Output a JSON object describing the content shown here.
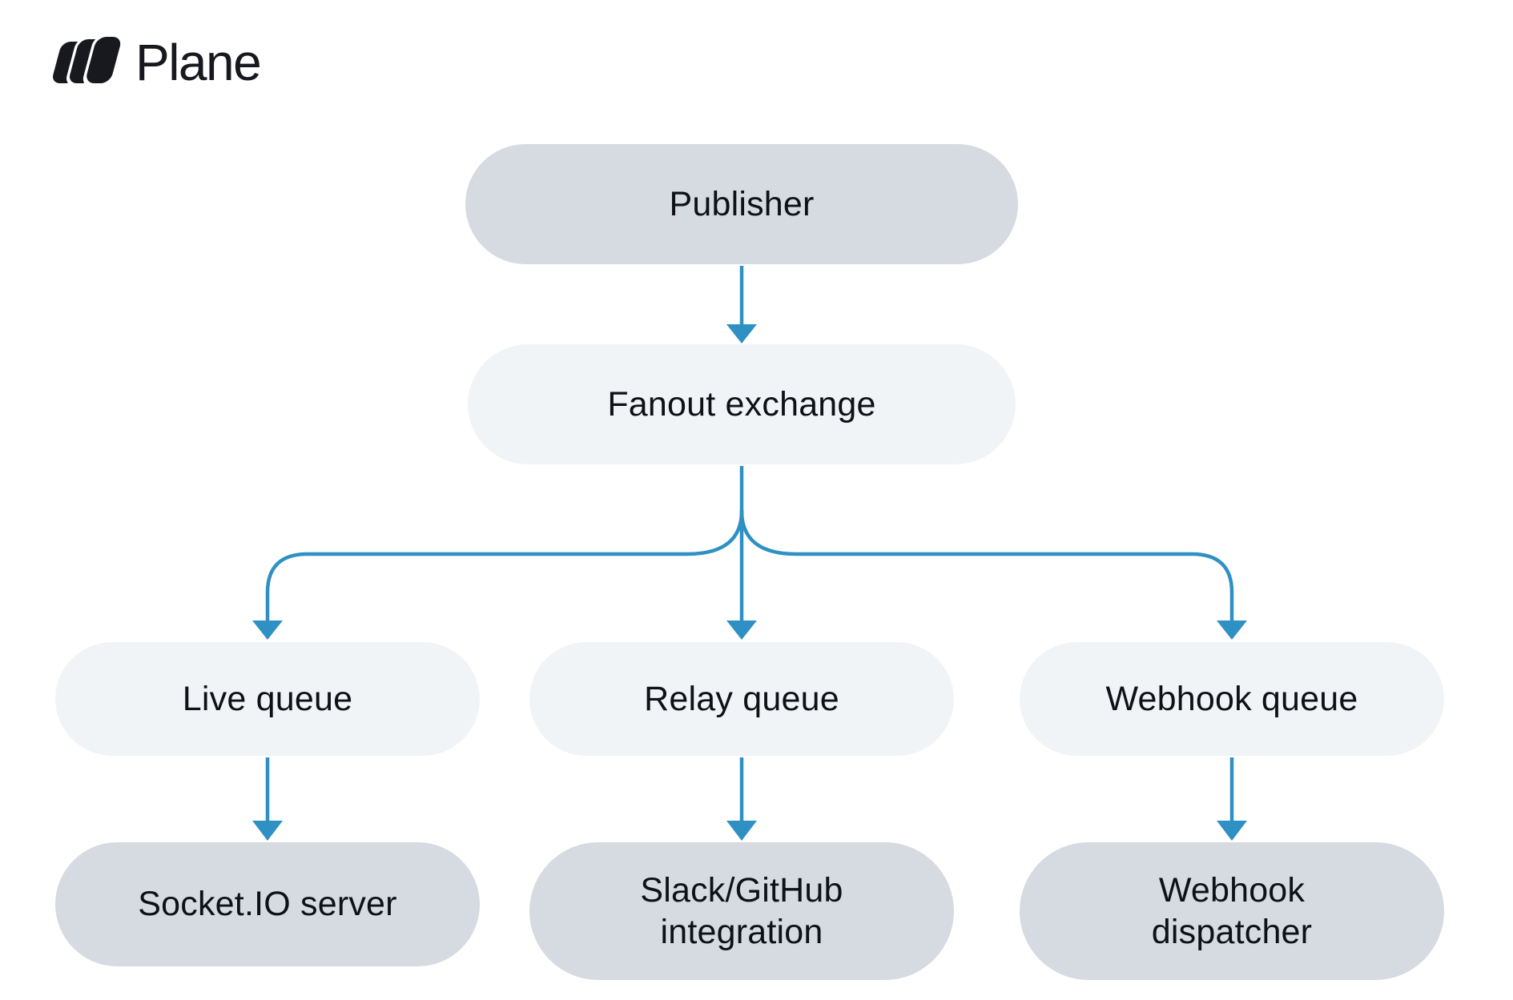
{
  "brand": {
    "logo_text": "Plane"
  },
  "diagram": {
    "nodes": [
      {
        "id": "publisher",
        "label": "Publisher",
        "variant": "dark"
      },
      {
        "id": "fanout-exchange",
        "label": "Fanout exchange",
        "variant": "light"
      },
      {
        "id": "live-queue",
        "label": "Live queue",
        "variant": "light"
      },
      {
        "id": "relay-queue",
        "label": "Relay queue",
        "variant": "light"
      },
      {
        "id": "webhook-queue",
        "label": "Webhook queue",
        "variant": "light"
      },
      {
        "id": "socketio-server",
        "label": "Socket.IO server",
        "variant": "dark"
      },
      {
        "id": "slack-github-integration",
        "label": "Slack/GitHub\nintegration",
        "variant": "dark"
      },
      {
        "id": "webhook-dispatcher",
        "label": "Webhook\ndispatcher",
        "variant": "dark"
      }
    ],
    "edges": [
      {
        "from": "Publisher",
        "to": "Fanout exchange"
      },
      {
        "from": "Fanout exchange",
        "to": "Live queue"
      },
      {
        "from": "Fanout exchange",
        "to": "Relay queue"
      },
      {
        "from": "Fanout exchange",
        "to": "Webhook queue"
      },
      {
        "from": "Live queue",
        "to": "Socket.IO server"
      },
      {
        "from": "Relay queue",
        "to": "Slack/GitHub integration"
      },
      {
        "from": "Webhook queue",
        "to": "Webhook dispatcher"
      }
    ],
    "colors": {
      "node_dark": "#D6DAE1",
      "node_light": "#F1F4F7",
      "arrow": "#2F90C4",
      "text": "#0E1116",
      "logo": "#17191E"
    }
  }
}
